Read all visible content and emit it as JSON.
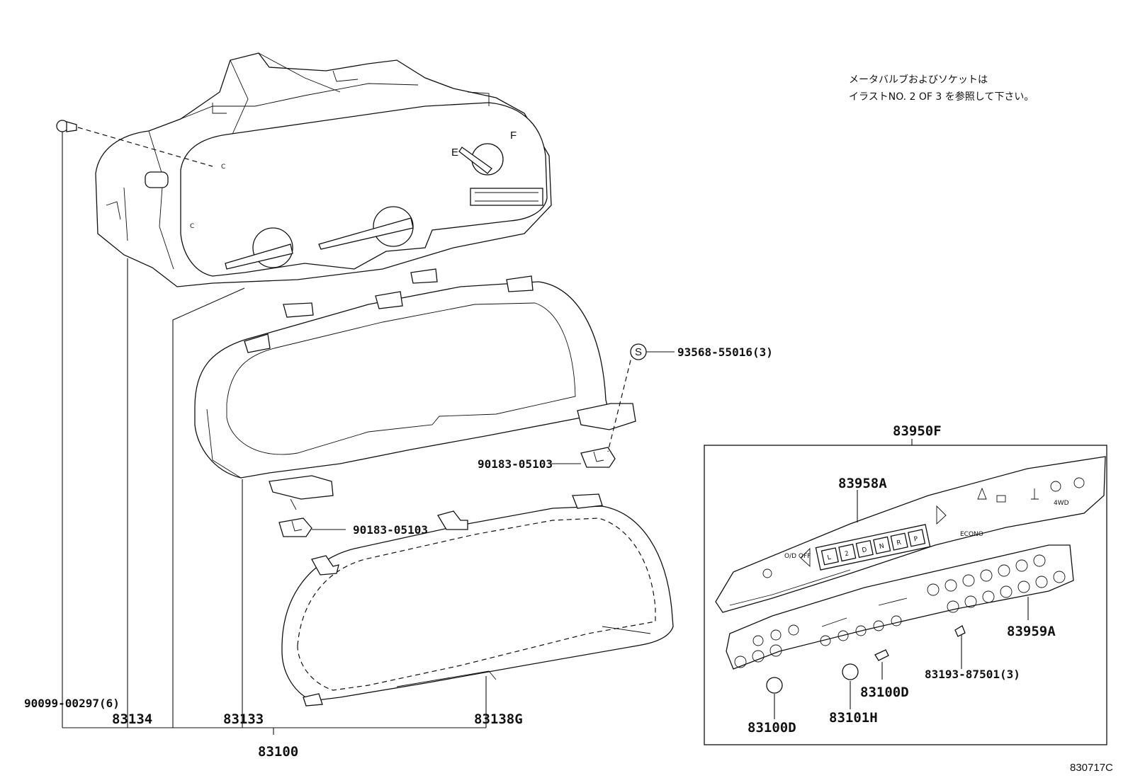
{
  "note": {
    "line1": "メータバルブおよびソケットは",
    "line2": "イラストNO. 2 OF 3 を参照して下さい。"
  },
  "reference_code": "830717C",
  "callouts": {
    "screw_symbol": "S",
    "screw_93568": "93568-55016(3)",
    "clip_upper": "90183-05103",
    "clip_lower": "90183-05103",
    "screw_90099": "90099-00297(6)",
    "part_83134": "83134",
    "part_83133": "83133",
    "part_83138g": "83138G",
    "assembly_83100": "83100",
    "assembly_83950f": "83950F",
    "part_83958a": "83958A",
    "part_83959a": "83959A",
    "screw_83193": "83193-87501(3)",
    "bulb_83100d_a": "83100D",
    "bulb_83100d_b": "83100D",
    "socket_83101h": "83101H"
  },
  "gauge_marks": {
    "fuel_empty": "E",
    "fuel_full": "F"
  },
  "indicator_panel": {
    "shift_letters": [
      "L",
      "2",
      "D",
      "N",
      "R",
      "P"
    ],
    "od_off": "O/D OFF",
    "econ": "ECONO",
    "four_wd": "4WD"
  }
}
